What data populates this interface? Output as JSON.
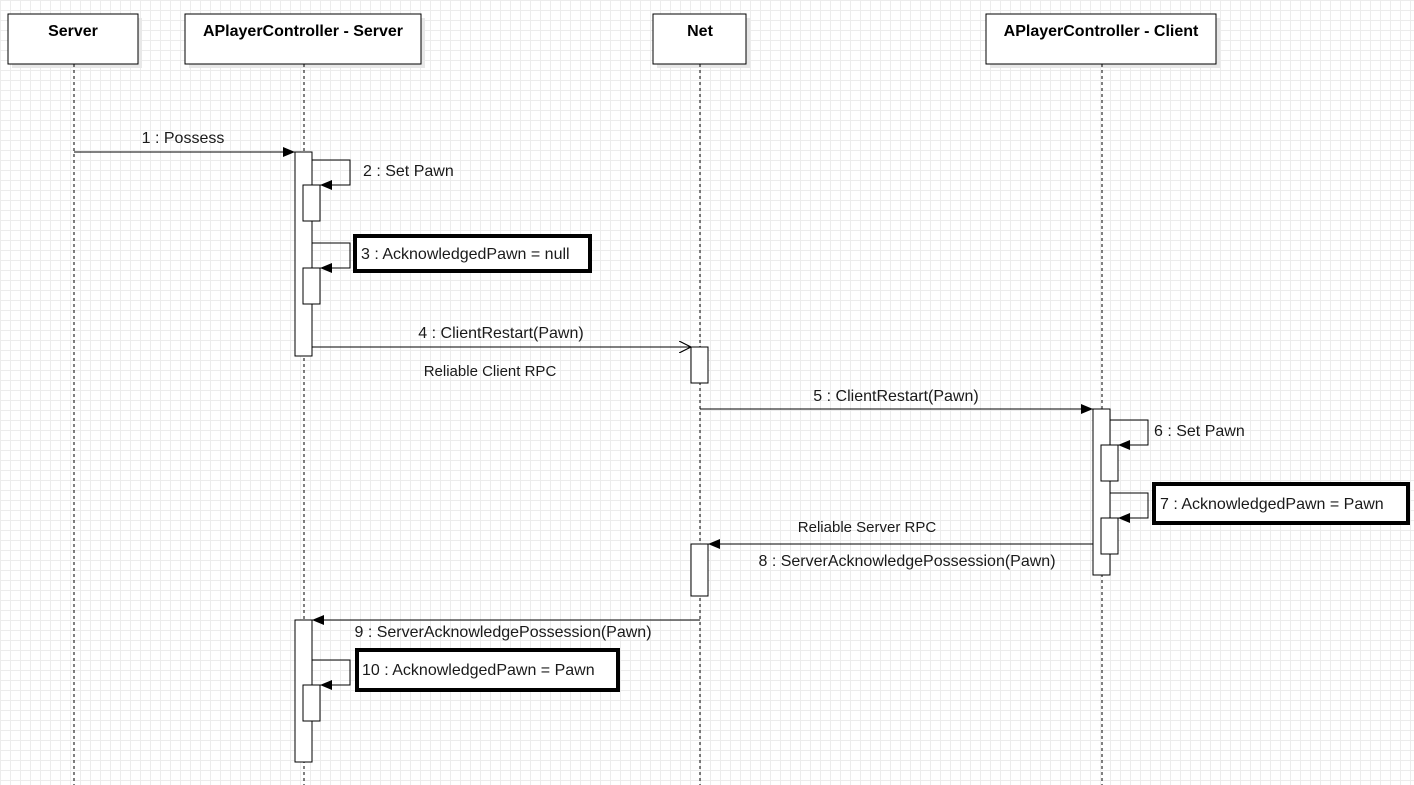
{
  "participants": [
    {
      "id": "server",
      "label": "Server"
    },
    {
      "id": "pc_server",
      "label": "APlayerController - Server"
    },
    {
      "id": "net",
      "label": "Net"
    },
    {
      "id": "pc_client",
      "label": "APlayerController - Client"
    }
  ],
  "messages": [
    {
      "id": "m1",
      "label": "1 : Possess",
      "from": "server",
      "to": "pc_server",
      "kind": "sync"
    },
    {
      "id": "m2",
      "label": "2 : Set Pawn",
      "from": "pc_server",
      "to": "pc_server",
      "kind": "self",
      "highlighted": false
    },
    {
      "id": "m3",
      "label": "3 : AcknowledgedPawn = null",
      "from": "pc_server",
      "to": "pc_server",
      "kind": "self",
      "highlighted": true
    },
    {
      "id": "m4",
      "label": "4 : ClientRestart(Pawn)",
      "from": "pc_server",
      "to": "net",
      "kind": "async"
    },
    {
      "id": "m5",
      "label": "5 : ClientRestart(Pawn)",
      "from": "net",
      "to": "pc_client",
      "kind": "sync"
    },
    {
      "id": "m6",
      "label": "6 : Set Pawn",
      "from": "pc_client",
      "to": "pc_client",
      "kind": "self",
      "highlighted": false
    },
    {
      "id": "m7",
      "label": "7 : AcknowledgedPawn = Pawn",
      "from": "pc_client",
      "to": "pc_client",
      "kind": "self",
      "highlighted": true
    },
    {
      "id": "m8",
      "label": "8 : ServerAcknowledgePossession(Pawn)",
      "from": "pc_client",
      "to": "net",
      "kind": "sync"
    },
    {
      "id": "m9",
      "label": "9 : ServerAcknowledgePossession(Pawn)",
      "from": "net",
      "to": "pc_server",
      "kind": "sync"
    },
    {
      "id": "m10",
      "label": "10 : AcknowledgedPawn = Pawn",
      "from": "pc_server",
      "to": "pc_server",
      "kind": "self",
      "highlighted": true
    }
  ],
  "notes": [
    {
      "id": "n1",
      "text": "Reliable Client RPC"
    },
    {
      "id": "n2",
      "text": "Reliable Server RPC"
    }
  ],
  "colors": {
    "line": "#000000",
    "grid": "#dcdcdc",
    "background": "#ffffff"
  }
}
